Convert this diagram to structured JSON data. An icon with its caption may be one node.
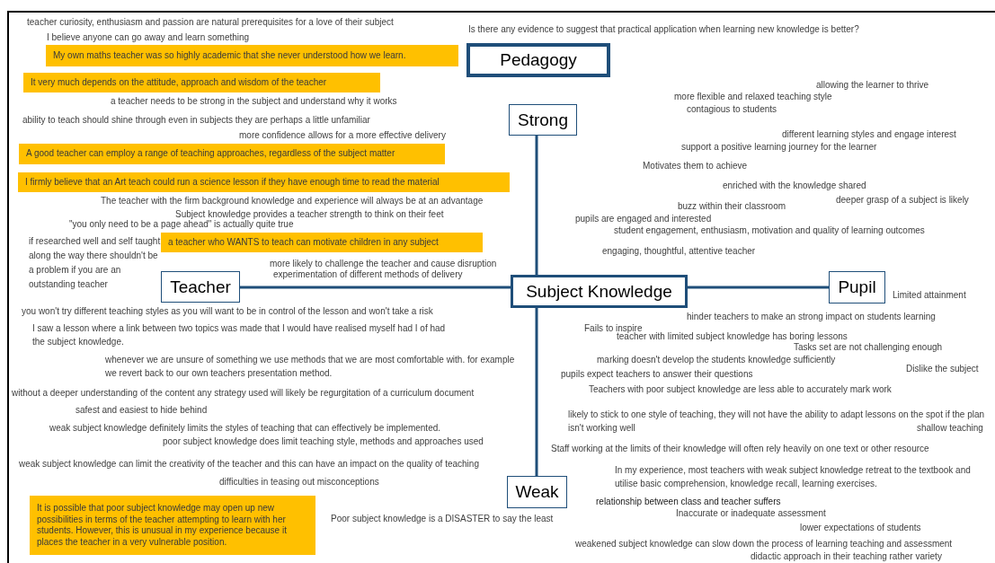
{
  "diagram": {
    "nodes": [
      {
        "text": [
          "Pedagogy"
        ]
      },
      {
        "text": [
          "Strong"
        ]
      },
      {
        "text": [
          "Teacher"
        ]
      },
      {
        "text": [
          "Subject Knowledge"
        ]
      },
      {
        "text": [
          "Pupil"
        ]
      },
      {
        "text": [
          "Weak"
        ]
      },
      {
        "text": [
          "My own maths teacher was so highly academic that she never understood how we learn."
        ]
      },
      {
        "text": [
          "It very much depends on the attitude, approach and wisdom of the teacher"
        ]
      },
      {
        "text": [
          "A good teacher can employ a range of teaching approaches, regardless of the subject matter"
        ]
      },
      {
        "text": [
          "I firmly believe that an Art teach could run a science lesson if they have enough time to read the material"
        ]
      },
      {
        "text": [
          "a teacher who WANTS to teach can motivate children in any subject"
        ]
      },
      {
        "text": [
          "It is possible that poor subject knowledge may open up new possibilities in terms of the teacher attempting to learn with her students. However, this is unusual in my experience because it places the teacher in a very vulnerable position."
        ]
      }
    ],
    "edges": [
      {
        "from": 3,
        "to": 1,
        "arrow": "none"
      },
      {
        "from": 3,
        "to": 2,
        "arrow": "none"
      },
      {
        "from": 3,
        "to": 4,
        "arrow": "none"
      },
      {
        "from": 3,
        "to": 5,
        "arrow": "none"
      }
    ],
    "labels": [
      "teacher curiosity, enthusiasm and passion are natural prerequisites for a love of their subject",
      "Is there any evidence to suggest that practical application when learning new knowledge is better?",
      "I believe anyone can go away and learn something",
      "allowing the learner to thrive",
      "more flexible and relaxed teaching style",
      "a teacher needs to be strong in the subject and understand why it works",
      "contagious to students",
      "ability to teach should shine through even in subjects they are perhaps a little unfamiliar",
      "different learning styles and engage interest",
      "more confidence allows for a more effective delivery",
      "support a positive learning journey for the learner",
      "Motivates them to achieve",
      "enriched with the knowledge shared",
      "The teacher with the firm background knowledge and experience will always be at an advantage",
      "deeper grasp of a subject is likely",
      "buzz within their classroom",
      "Subject knowledge provides a teacher strength to think on their feet",
      "pupils are engaged and interested",
      "\"you only need to be a page ahead\" is actually quite true",
      "student engagement, enthusiasm, motivation and quality of learning outcomes",
      "if researched well and self taught along the way there shouldn't be a problem if you are an outstanding teacher",
      "engaging, thoughtful, attentive teacher",
      "more likely to challenge the teacher and cause disruption",
      "experimentation of different methods of delivery",
      "Limited attainment",
      "you won't try different teaching styles as you will want to be in control of the lesson and won't take a risk",
      "hinder teachers to make an strong impact on students learning",
      "I saw a lesson where a link between two topics was made that I would have realised myself had I of had the subject knowledge.",
      "Fails to inspire",
      "teacher with limited subject knowledge has boring lessons",
      "Tasks set are not challenging enough",
      "whenever we are unsure of something we use methods that we are most comfortable with. for example we revert back to our own teachers presentation method.",
      "marking doesn't develop the students knowledge sufficiently",
      "Dislike the subject",
      "pupils expect teachers to answer their questions",
      "Teachers with poor subject knowledge are less able to accurately mark work",
      "without a deeper understanding of the content any strategy used will likely be regurgitation of a curriculum document",
      "safest and easiest to hide behind",
      "likely to stick to one style of teaching, they will not have the ability to adapt lessons on the spot if the plan isn't working well",
      "shallow teaching",
      "weak subject knowledge definitely limits the styles of teaching that can effectively be implemented.",
      "poor subject knowledge does limit teaching style, methods and approaches used",
      "Staff working at the limits of their knowledge will often rely heavily on one text or other resource",
      "weak subject knowledge can limit the creativity of the teacher and this can have an impact on the quality of teaching",
      "In my experience, most teachers with weak subject knowledge retreat to the textbook and utilise basic comprehension, knowledge recall, learning exercises.",
      "difficulties in teasing out misconceptions",
      "relationship between class and teacher suffers",
      "Inaccurate or inadequate assessment",
      "Poor subject knowledge is a DISASTER to say the least",
      "lower expectations of students",
      "weakened subject knowledge can slow down the process of learning teaching and assessment",
      "didactic approach in their teaching rather variety"
    ]
  }
}
